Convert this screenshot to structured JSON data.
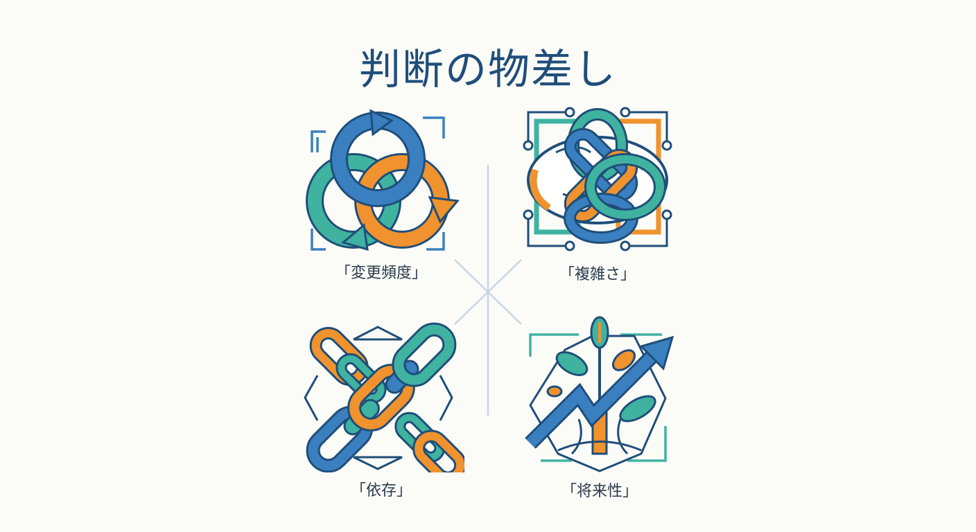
{
  "title": "判断の物差し",
  "colors": {
    "navy": "#1f4e79",
    "blue": "#3a7fc0",
    "teal": "#3fb3a0",
    "orange": "#f0922e",
    "divider": "#c5d6e3",
    "background": "#fbfbf8"
  },
  "quadrants": [
    {
      "label": "「変更頻度」",
      "icon": "cycle-arrows-icon"
    },
    {
      "label": "「複雑さ」",
      "icon": "brain-knot-icon"
    },
    {
      "label": "「依存」",
      "icon": "chain-links-icon"
    },
    {
      "label": "「将来性」",
      "icon": "growth-plant-arrow-icon"
    }
  ]
}
